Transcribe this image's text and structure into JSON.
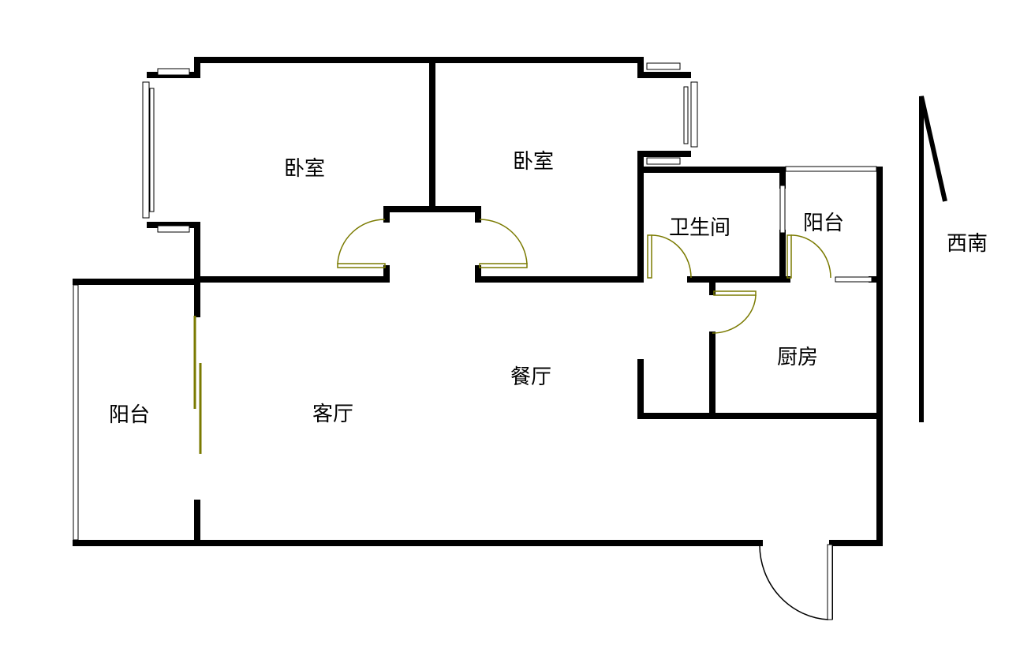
{
  "rooms": {
    "bedroom_left": "卧室",
    "bedroom_right": "卧室",
    "bathroom": "卫生间",
    "balcony_small": "阳台",
    "kitchen": "厨房",
    "dining": "餐厅",
    "living": "客厅",
    "balcony_large": "阳台"
  },
  "orientation": "西南",
  "colors": {
    "wall": "#000000",
    "door": "#7a7a00"
  }
}
